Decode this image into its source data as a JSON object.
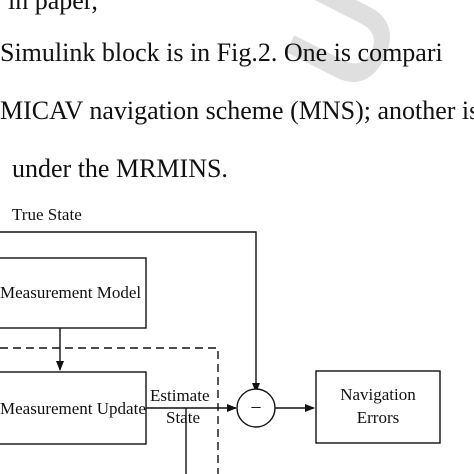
{
  "paragraph": {
    "line1": "in paper, ",
    "line2": "Simulink block is in Fig.2. One is compari",
    "line3": "MICAV navigation scheme (MNS); another is c",
    "line4": "under the MRMINS."
  },
  "watermark": {
    "text": "USC"
  },
  "diagram": {
    "true_state": "True State",
    "measurement_model": "Measurement  Model",
    "measurement_update": "Measurement  Update",
    "estimate": "Estimate",
    "state": "State",
    "minus_sign": "−",
    "navigation": "Navigation",
    "errors": "Errors"
  }
}
